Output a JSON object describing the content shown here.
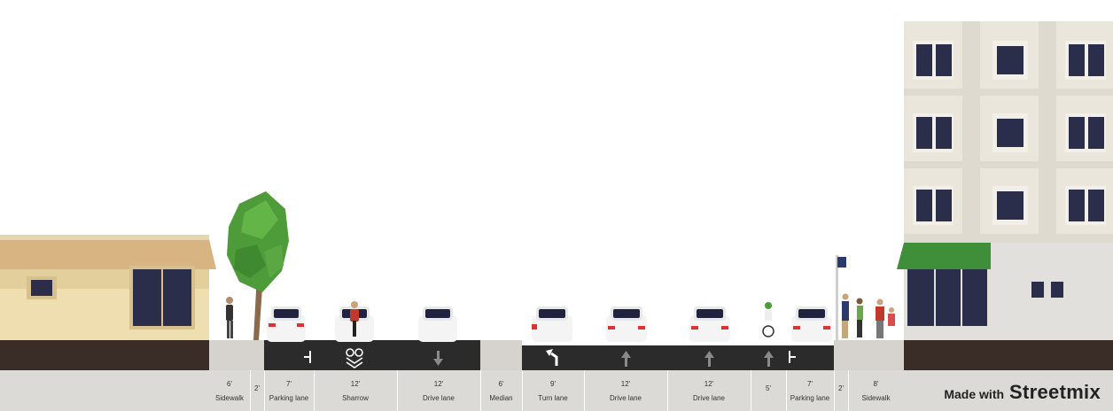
{
  "segments": [
    {
      "width": "6'",
      "name": "Sidewalk"
    },
    {
      "width": "2'",
      "name": ""
    },
    {
      "width": "7'",
      "name": "Parking lane"
    },
    {
      "width": "12'",
      "name": "Sharrow"
    },
    {
      "width": "12'",
      "name": "Drive lane"
    },
    {
      "width": "6'",
      "name": "Median"
    },
    {
      "width": "9'",
      "name": "Turn lane"
    },
    {
      "width": "12'",
      "name": "Drive lane"
    },
    {
      "width": "12'",
      "name": "Drive lane"
    },
    {
      "width": "5'",
      "name": ""
    },
    {
      "width": "7'",
      "name": "Parking lane"
    },
    {
      "width": "2'",
      "name": ""
    },
    {
      "width": "8'",
      "name": "Sidewalk"
    }
  ],
  "credit": {
    "prefix": "Made with",
    "brand": "Streetmix"
  },
  "colors": {
    "asphalt": "#2b2b2b",
    "sidewalk": "#d6d3cf",
    "ground": "#3a2c27",
    "label_band": "#dcdad6",
    "tree": "#4e9b3a",
    "awning": "#3f8f3a",
    "house_wall": "#efdfb0",
    "house_roof": "#d8b482"
  }
}
